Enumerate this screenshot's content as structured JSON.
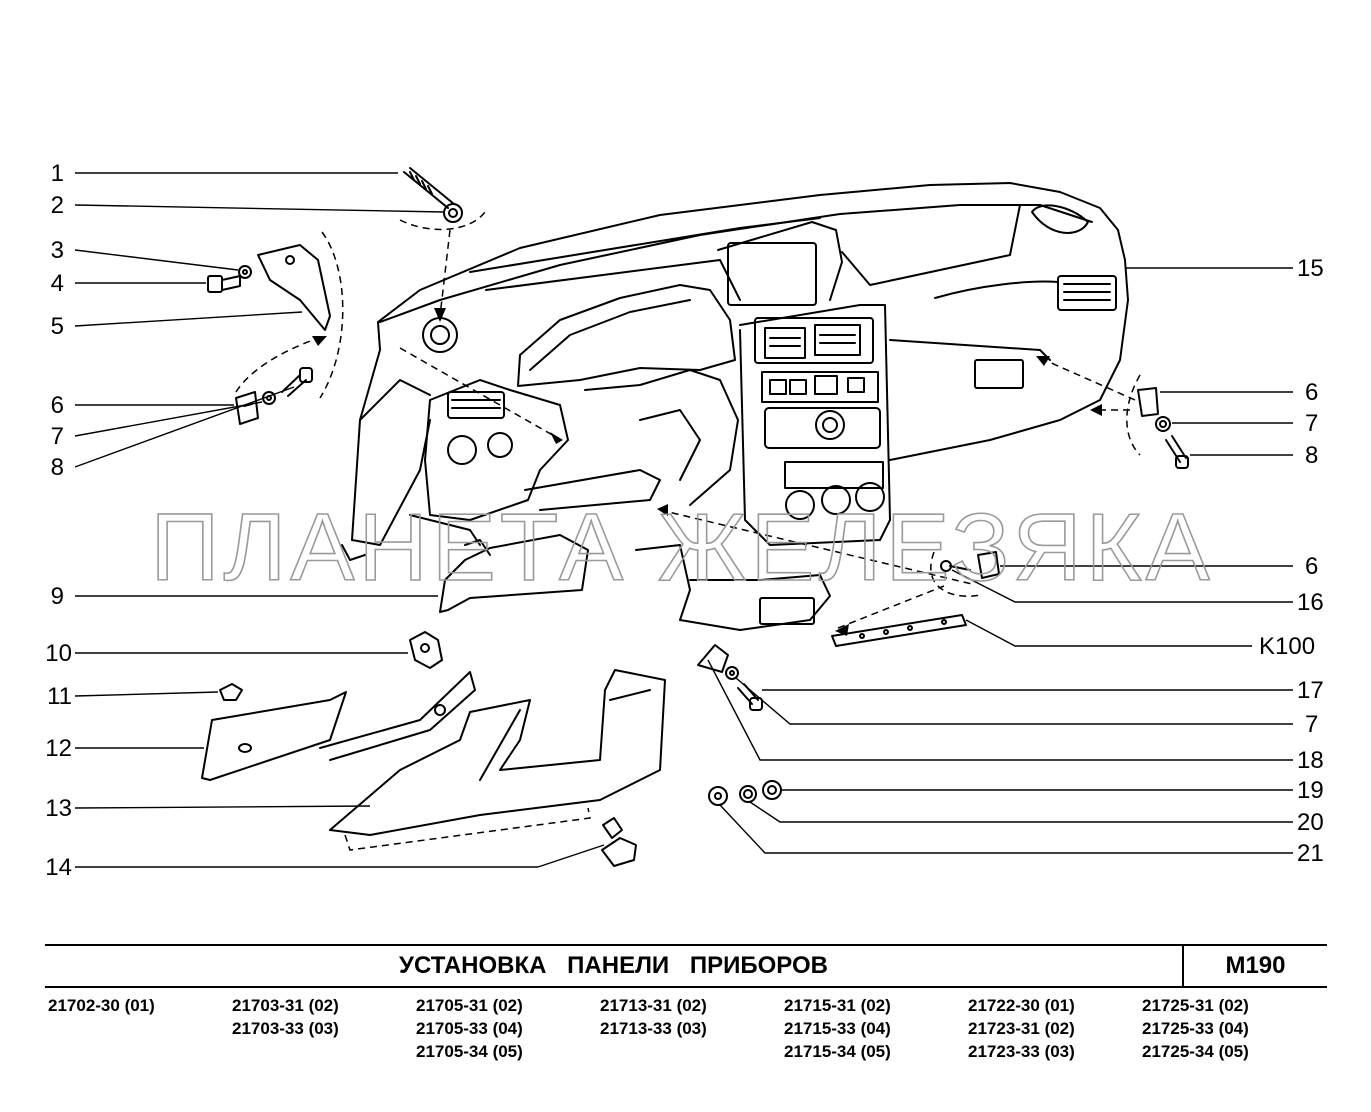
{
  "diagram": {
    "watermark": "ПЛАНЕТА ЖЕЛЕЗЯКА",
    "callouts_left": [
      "1",
      "2",
      "3",
      "4",
      "5",
      "6",
      "7",
      "8",
      "9",
      "10",
      "11",
      "12",
      "13",
      "14"
    ],
    "callouts_right": [
      "15",
      "6",
      "7",
      "8",
      "6",
      "16",
      "K100",
      "17",
      "7",
      "18",
      "19",
      "20",
      "21"
    ]
  },
  "title_block": {
    "title": "УСТАНОВКА ПАНЕЛИ ПРИБОРОВ",
    "code": "M190"
  },
  "models": [
    [
      "21702-30 (01)"
    ],
    [
      "21703-31 (02)",
      "21703-33 (03)"
    ],
    [
      "21705-31 (02)",
      "21705-33 (04)",
      "21705-34 (05)"
    ],
    [
      "21713-31 (02)",
      "21713-33 (03)"
    ],
    [
      "21715-31 (02)",
      "21715-33 (04)",
      "21715-34 (05)"
    ],
    [
      "21722-30 (01)",
      "21723-31 (02)",
      "21723-33 (03)"
    ],
    [
      "21725-31 (02)",
      "21725-33 (04)",
      "21725-34 (05)"
    ]
  ]
}
